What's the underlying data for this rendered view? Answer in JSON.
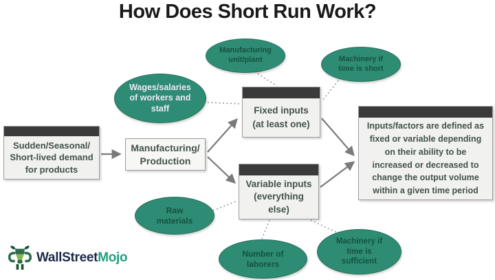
{
  "title": "How Does Short Run Work?",
  "colors": {
    "ellipse_fill": "#2E8B74",
    "ellipse_text_dark": "#14523F",
    "ellipse_text_light": "#ECE9F4",
    "header_bar": "#3A3A3A",
    "box_bg": "#F1F1EF",
    "box_text": "#43524B",
    "arrow_gray": "#7A7A7A",
    "dotted_gray": "#9A9A9A",
    "logo_navy": "#1B2A4A",
    "logo_teal": "#21A07E"
  },
  "diagram": {
    "boxes": {
      "demand": {
        "label": "Sudden/Seasonal/\nShort-lived demand\nfor products"
      },
      "manufacturing": {
        "label": "Manufacturing/\nProduction"
      },
      "fixed_inputs": {
        "label": "Fixed inputs\n(at least one)"
      },
      "variable_inputs": {
        "label": "Variable inputs\n(everything\nelse)"
      },
      "definition": {
        "label": "Inputs/factors are defined as\nfixed or variable depending\non their ability to be\nincreased or decreased to\nchange the output volume\nwithin a given time period"
      }
    },
    "ellipses": {
      "manufacturing_unit": {
        "label": "Manufacturing\nunit/plant"
      },
      "machinery_short": {
        "label": "Machinery if\ntime is short"
      },
      "wages": {
        "label": "Wages/salaries\nof workers and\nstaff"
      },
      "raw_materials": {
        "label": "Raw\nmaterials"
      },
      "number_laborers": {
        "label": "Number of\nlaborers"
      },
      "machinery_sufficient": {
        "label": "Machinery if\ntime is\nsufficient"
      }
    }
  },
  "logo": {
    "brand_primary": "WallStreet",
    "brand_secondary": "Mojo"
  }
}
